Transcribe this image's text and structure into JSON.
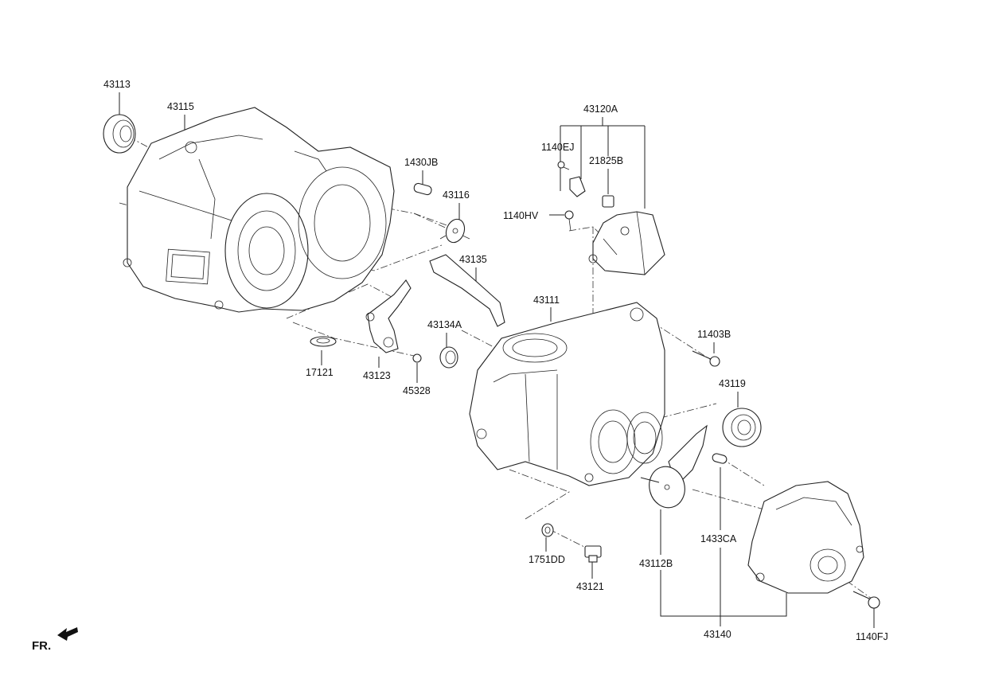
{
  "labels": {
    "p43113": "43113",
    "p43115": "43115",
    "p1430JB": "1430JB",
    "p43116": "43116",
    "p43120A": "43120A",
    "p1140EJ": "1140EJ",
    "p21825B": "21825B",
    "p1140HV": "1140HV",
    "p43135": "43135",
    "p43111": "43111",
    "p43134A": "43134A",
    "p11403B": "11403B",
    "p17121": "17121",
    "p43123": "43123",
    "p45328": "45328",
    "p43119": "43119",
    "p1433CA": "1433CA",
    "p43112B": "43112B",
    "p1751DD": "1751DD",
    "p43121": "43121",
    "p43140": "43140",
    "p1140FJ": "1140FJ"
  },
  "orientation": {
    "text": "FR.",
    "icon": "arrow-forward-left-icon"
  }
}
